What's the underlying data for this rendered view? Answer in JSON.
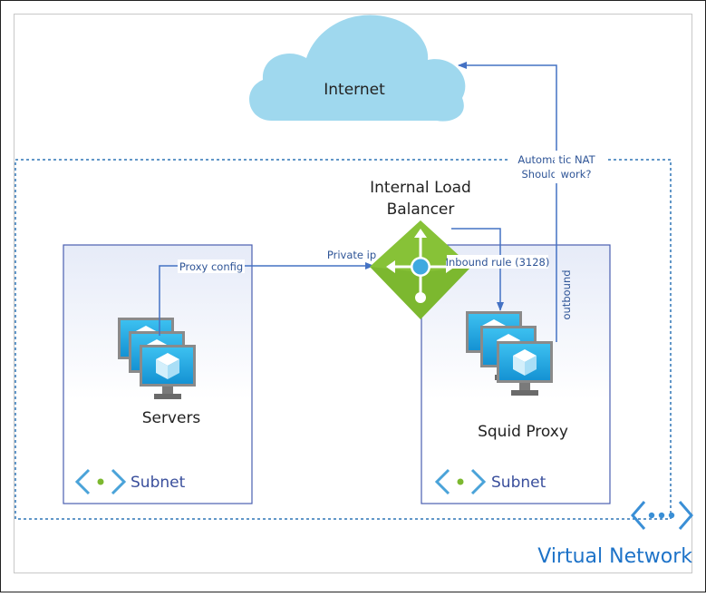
{
  "internet": {
    "label": "Internet"
  },
  "load_balancer": {
    "line1": "Internal Load",
    "line2": "Balancer"
  },
  "servers_subnet": {
    "vm_label": "Servers",
    "subnet_label": "Subnet"
  },
  "proxy_subnet": {
    "vm_label": "Squid Proxy",
    "subnet_label": "Subnet"
  },
  "vnet": {
    "label": "Virtual Network"
  },
  "connections": {
    "proxy_config": "Proxy config",
    "private_ip": "Private ip",
    "inbound_rule": "Inbound rule (3128)",
    "outbound": "outbound",
    "nat_line1": "Automatic NAT",
    "nat_line2": "Should work?"
  },
  "colors": {
    "arrow": "#4472c4",
    "dashed_border": "#2e75b6",
    "subnet_border": "#4a5fb0",
    "cloud": "#9fd8ee",
    "lb_green": "#7cb82f",
    "vm_blue": "#1ba1e2",
    "vnet_text": "#1e73c8"
  }
}
